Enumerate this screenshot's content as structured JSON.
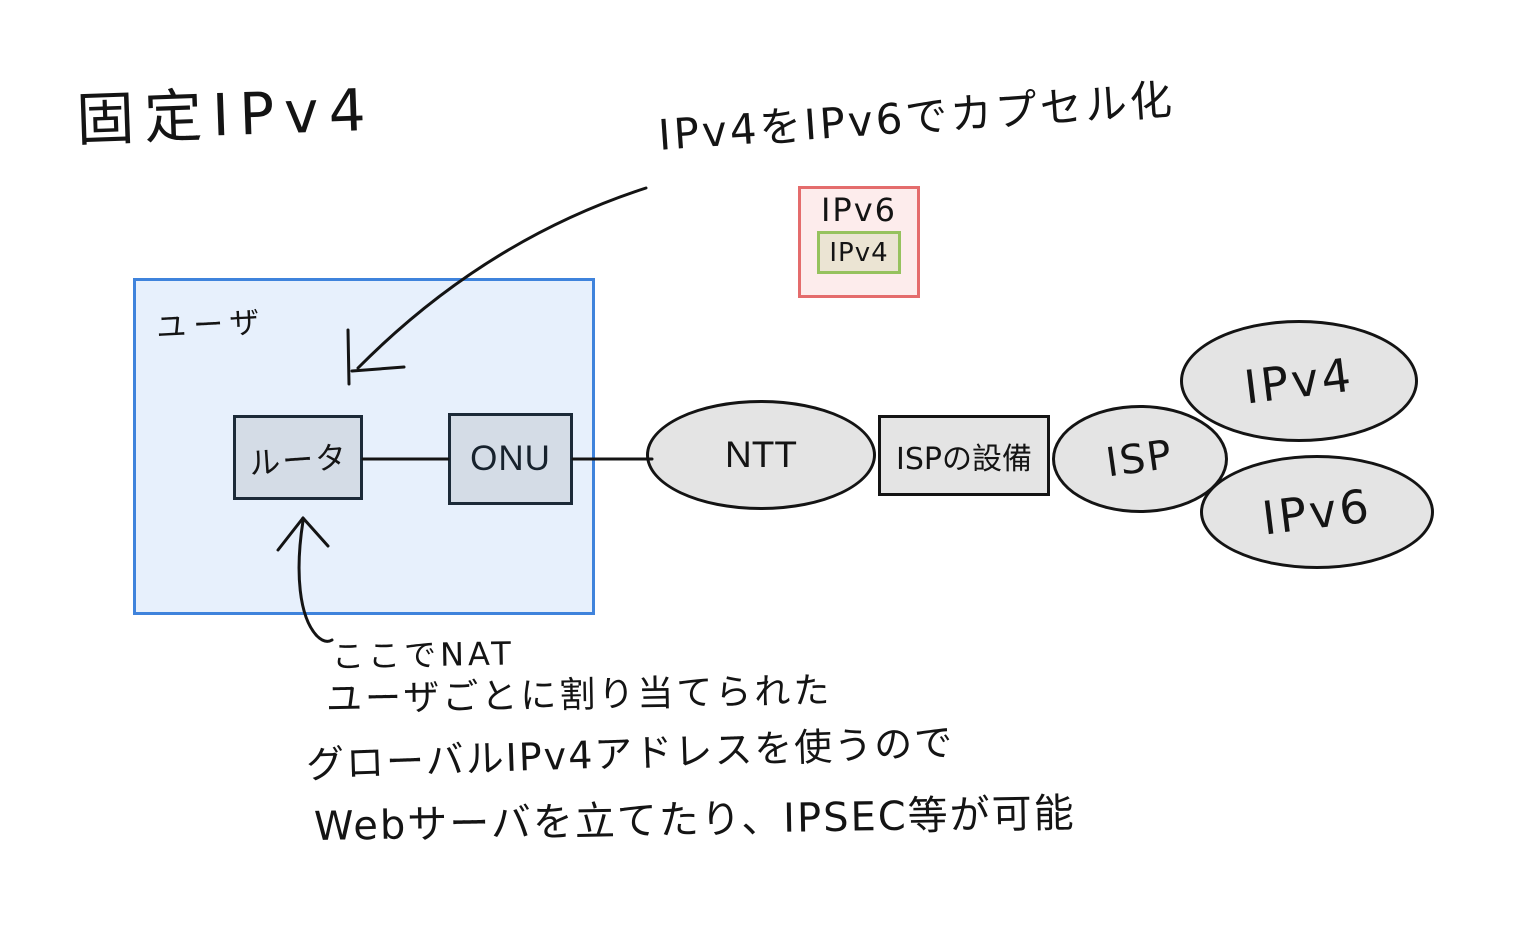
{
  "page": {
    "background_color": "#ffffff",
    "kind": "hand-drawn network diagram"
  },
  "title": {
    "text": "固定IPv4"
  },
  "encapsulation": {
    "caption": "IPv4をIPv6でカプセル化",
    "outer_label": "IPv6",
    "inner_label": "IPv4",
    "outer_fill": "#fdecec",
    "outer_border_color": "#e46c6c",
    "inner_fill": "#ebe4d3",
    "inner_border_color": "#96c25e"
  },
  "user_area": {
    "label": "ユーザ",
    "fill": "#e7f0fc",
    "border_color": "#3f83dc",
    "router_label": "ルータ",
    "onu_label": "ONU",
    "device_fill": "#d4dce6",
    "device_border_color": "#1c2a38"
  },
  "network": {
    "ntt_label": "NTT",
    "isp_equipment_label": "ISPの設備",
    "isp_label": "ISP",
    "ipv4_label": "IPv4",
    "ipv6_label": "IPv6",
    "node_fill": "#e4e4e4",
    "node_border_color": "#141414"
  },
  "notes": {
    "line1": "ここでNAT",
    "line2": "ユーザごとに割り当てられた",
    "line3": "グローバルIPv4アドレスを使うので",
    "line4": "Webサーバを立てたり、IPSEC等が可能"
  }
}
